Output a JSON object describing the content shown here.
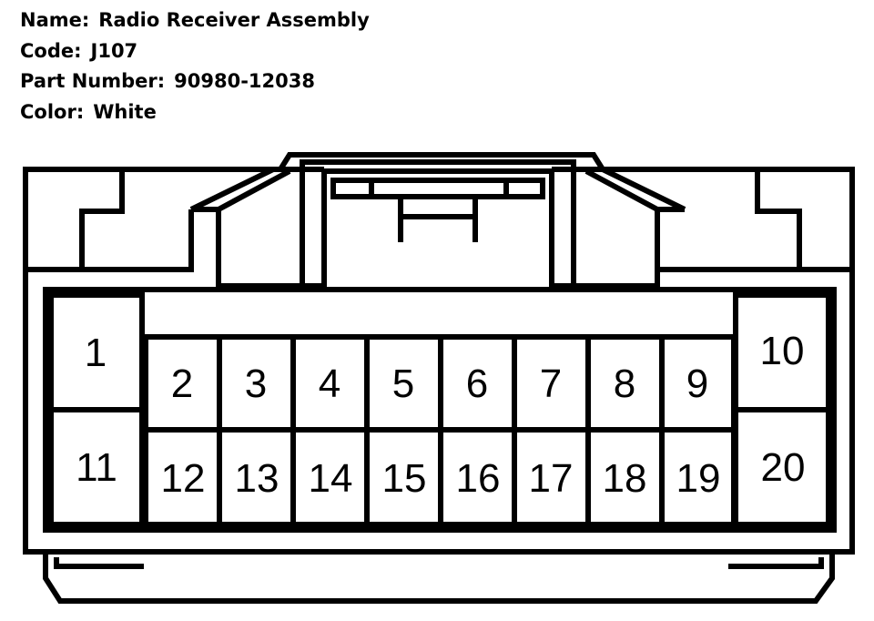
{
  "connector": {
    "name_label": "Name:",
    "name": "Radio Receiver Assembly",
    "code_label": "Code:",
    "code": "J107",
    "part_number_label": "Part Number:",
    "part_number": "90980-12038",
    "color_label": "Color:",
    "color": "White"
  },
  "pins": {
    "p1": "1",
    "p2": "2",
    "p3": "3",
    "p4": "4",
    "p5": "5",
    "p6": "6",
    "p7": "7",
    "p8": "8",
    "p9": "9",
    "p10": "10",
    "p11": "11",
    "p12": "12",
    "p13": "13",
    "p14": "14",
    "p15": "15",
    "p16": "16",
    "p17": "17",
    "p18": "18",
    "p19": "19",
    "p20": "20"
  }
}
